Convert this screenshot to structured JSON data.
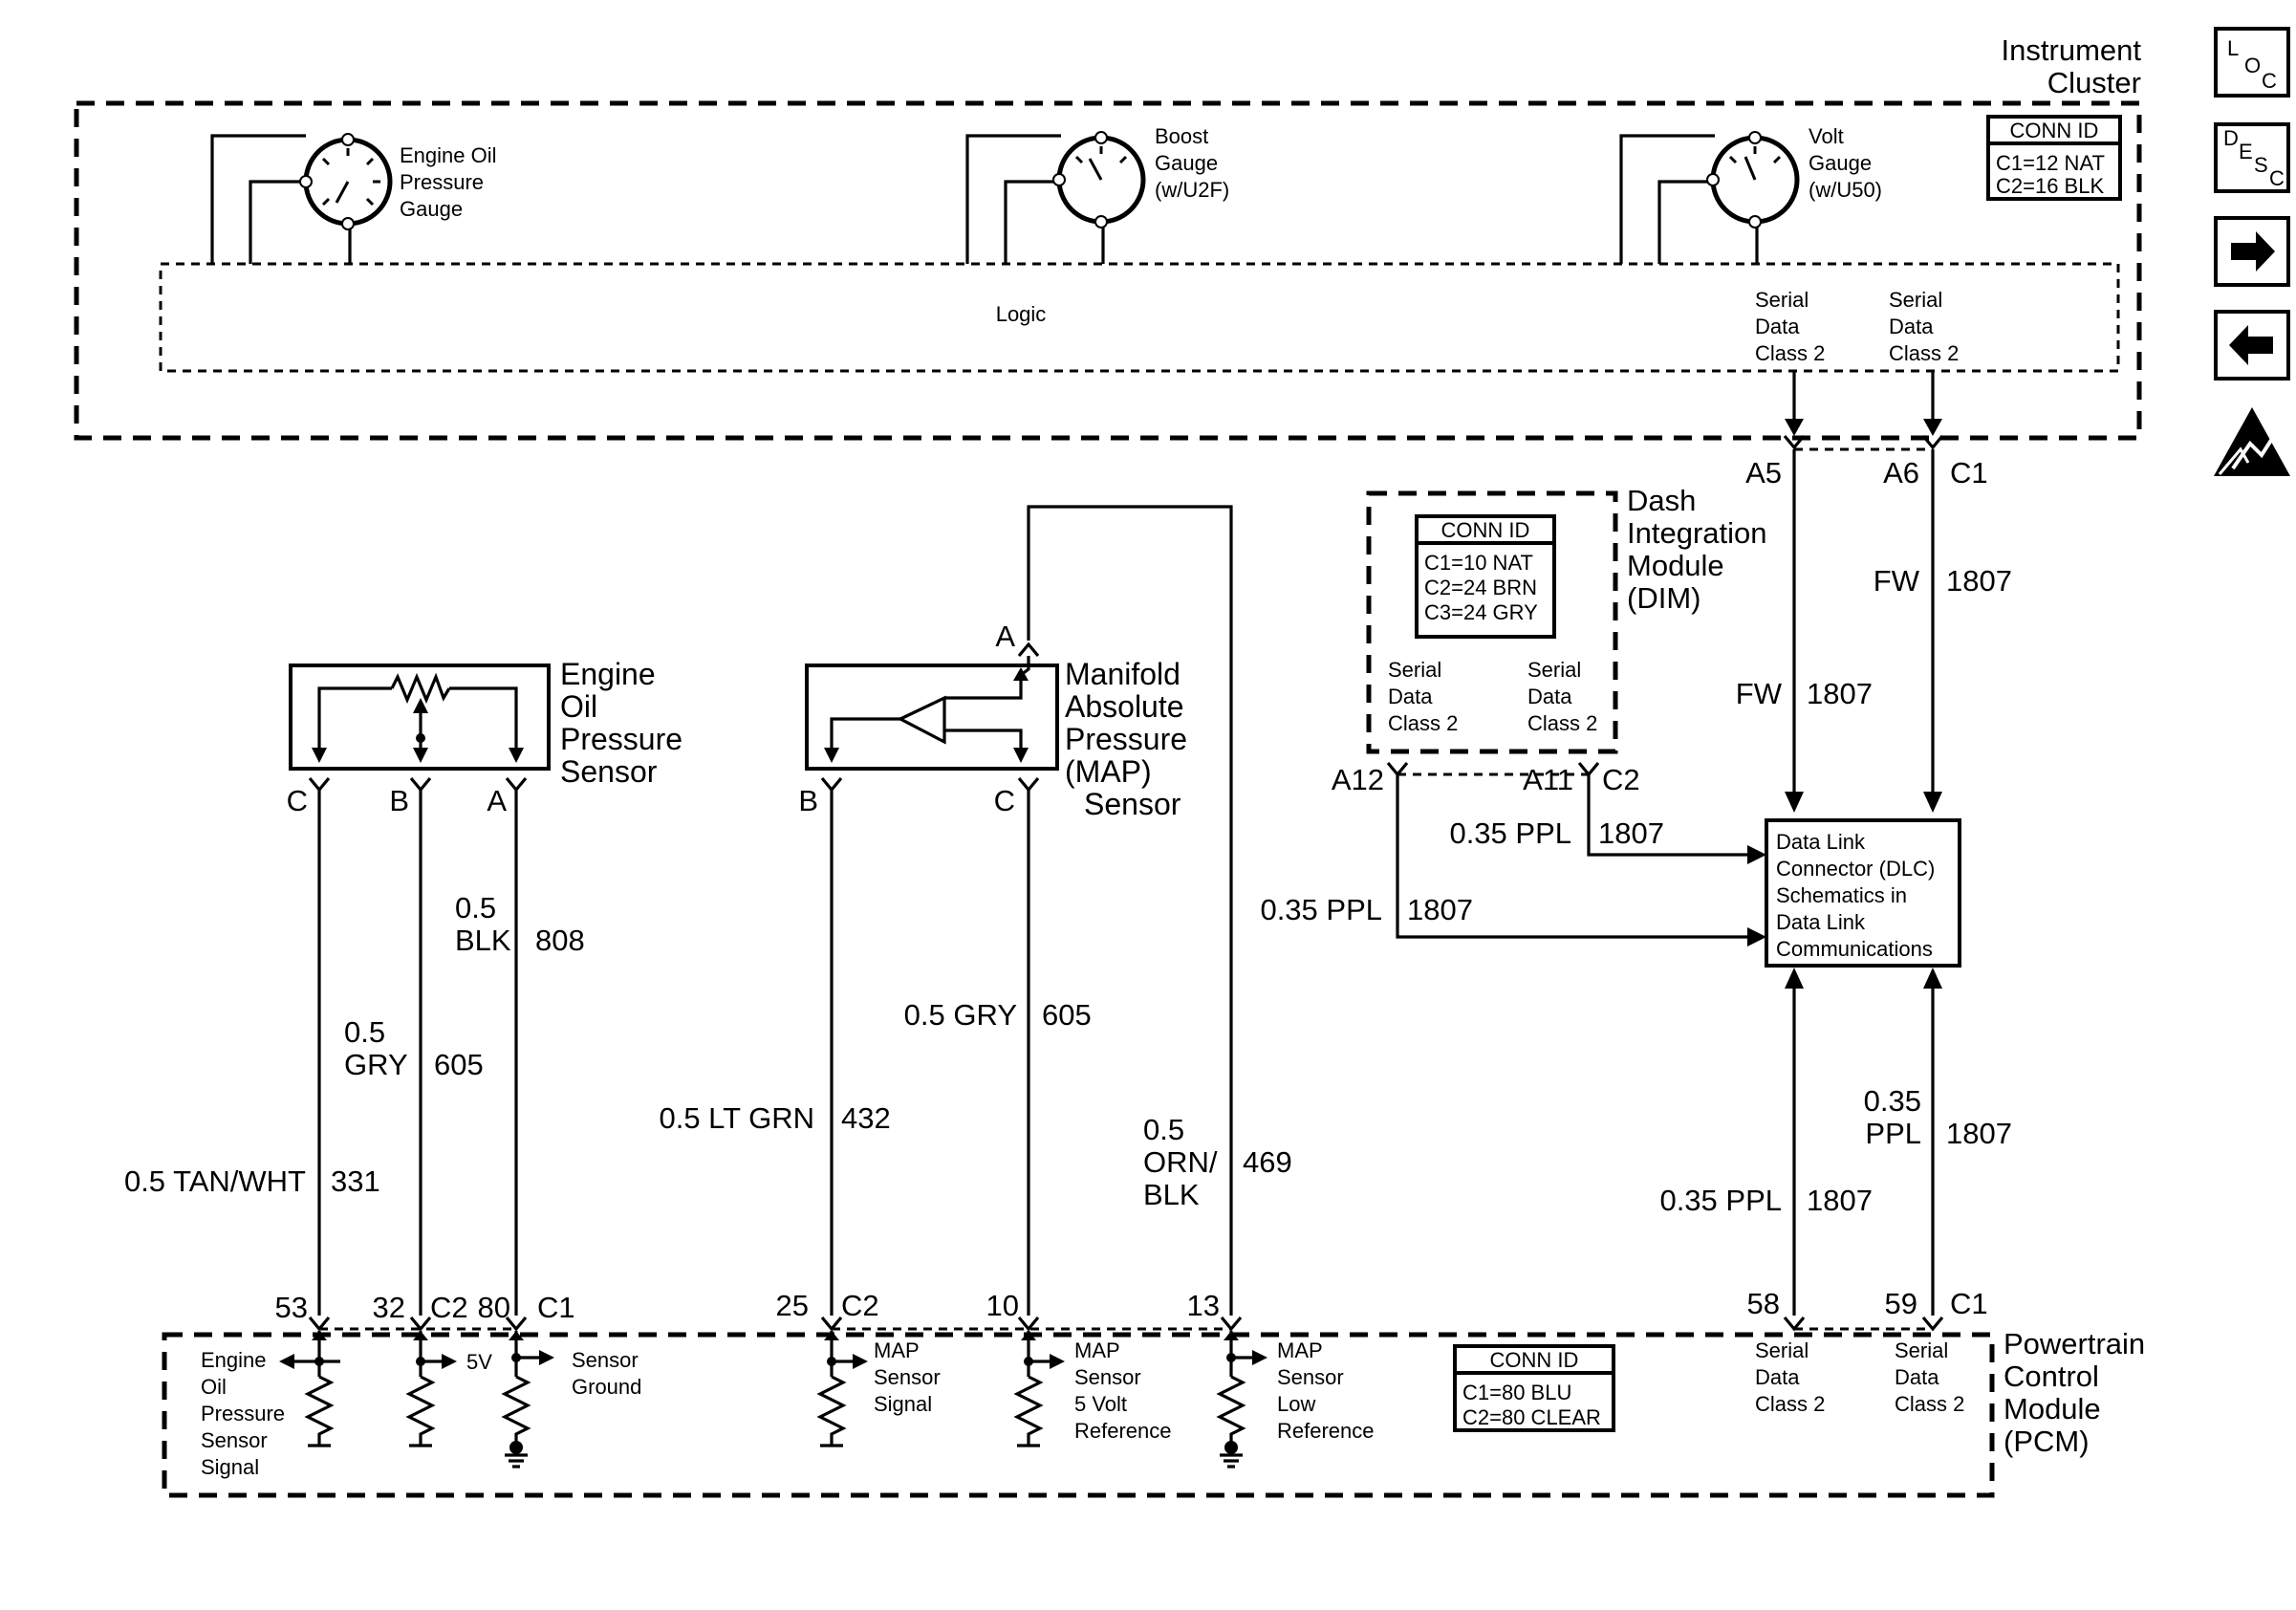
{
  "instrument_cluster": {
    "title_line1": "Instrument",
    "title_line2": "Cluster",
    "logic_label": "Logic",
    "gauges": [
      {
        "line1": "Engine Oil",
        "line2": "Pressure",
        "line3": "Gauge"
      },
      {
        "line1": "Boost",
        "line2": "Gauge",
        "line3": "(w/U2F)"
      },
      {
        "line1": "Volt",
        "line2": "Gauge",
        "line3": "(w/U50)"
      }
    ],
    "serial_data_left": {
      "line1": "Serial",
      "line2": "Data",
      "line3": "Class 2"
    },
    "serial_data_right": {
      "line1": "Serial",
      "line2": "Data",
      "line3": "Class 2"
    },
    "conn_id": {
      "header": "CONN ID",
      "c1": "C1=12 NAT",
      "c2": "C2=16 BLK"
    }
  },
  "side_icons": {
    "loc": {
      "l": "L",
      "o": "O",
      "c": "C"
    },
    "desc": {
      "d": "D",
      "e": "E",
      "s": "S",
      "c": "C"
    }
  },
  "dim": {
    "title_line1": "Dash",
    "title_line2": "Integration",
    "title_line3": "Module",
    "title_line4": "(DIM)",
    "conn_id": {
      "header": "CONN ID",
      "c1": "C1=10 NAT",
      "c2": "C2=24 BRN",
      "c3": "C3=24 GRY"
    },
    "serial_left": {
      "line1": "Serial",
      "line2": "Data",
      "line3": "Class 2"
    },
    "serial_right": {
      "line1": "Serial",
      "line2": "Data",
      "line3": "Class 2"
    },
    "pin_a12": "A12",
    "pin_a11": "A11",
    "conn_c2": "C2"
  },
  "ic_pins": {
    "a5": "A5",
    "a6": "A6",
    "c1": "C1"
  },
  "oil_sensor": {
    "title_line1": "Engine",
    "title_line2": "Oil",
    "title_line3": "Pressure",
    "title_line4": "Sensor",
    "pin_c": "C",
    "pin_b": "B",
    "pin_a": "A"
  },
  "map_sensor": {
    "title_line1": "Manifold",
    "title_line2": "Absolute",
    "title_line3": "Pressure",
    "title_line4": "(MAP)",
    "title_line5": "Sensor",
    "pin_a": "A",
    "pin_b": "B",
    "pin_c": "C"
  },
  "dlc": {
    "line1": "Data Link",
    "line2": "Connector (DLC)",
    "line3": "Schematics in",
    "line4": "Data Link",
    "line5": "Communications"
  },
  "wires": {
    "oil_c": {
      "size_color": "0.5 TAN/WHT",
      "circuit": "331"
    },
    "oil_b": {
      "size": "0.5",
      "color": "GRY",
      "circuit": "605"
    },
    "oil_a": {
      "size": "0.5",
      "color": "BLK",
      "circuit": "808"
    },
    "map_b": {
      "size_color": "0.5 LT GRN",
      "circuit": "432"
    },
    "map_c": {
      "size_color": "0.5 GRY",
      "circuit": "605"
    },
    "map_low": {
      "size": "0.5",
      "color1": "ORN/",
      "color2": "BLK",
      "circuit": "469"
    },
    "ic_a5": {
      "color": "FW",
      "circuit": "1807"
    },
    "ic_a6": {
      "color": "FW",
      "circuit": "1807"
    },
    "dim_a11": {
      "size_color": "0.35 PPL",
      "circuit": "1807"
    },
    "dim_a12": {
      "size_color": "0.35 PPL",
      "circuit": "1807"
    },
    "pcm_58": {
      "size_color": "0.35 PPL",
      "circuit": "1807"
    },
    "pcm_59": {
      "size": "0.35",
      "color": "PPL",
      "circuit": "1807"
    }
  },
  "pcm": {
    "title_line1": "Powertrain",
    "title_line2": "Control",
    "title_line3": "Module",
    "title_line4": "(PCM)",
    "pins": {
      "p53": "53",
      "p32": "32",
      "c2a": "C2",
      "p80": "80",
      "c1a": "C1",
      "p25": "25",
      "c2b": "C2",
      "p10": "10",
      "p13": "13",
      "p58": "58",
      "p59": "59",
      "c1b": "C1"
    },
    "internal": {
      "oil_signal": {
        "line1": "Engine",
        "line2": "Oil",
        "line3": "Pressure",
        "line4": "Sensor",
        "line5": "Signal"
      },
      "five_v": "5V",
      "sensor_ground": {
        "line1": "Sensor",
        "line2": "Ground"
      },
      "map_signal": {
        "line1": "MAP",
        "line2": "Sensor",
        "line3": "Signal"
      },
      "map_5v": {
        "line1": "MAP",
        "line2": "Sensor",
        "line3": "5 Volt",
        "line4": "Reference"
      },
      "map_low": {
        "line1": "MAP",
        "line2": "Sensor",
        "line3": "Low",
        "line4": "Reference"
      },
      "serial_left": {
        "line1": "Serial",
        "line2": "Data",
        "line3": "Class 2"
      },
      "serial_right": {
        "line1": "Serial",
        "line2": "Data",
        "line3": "Class 2"
      }
    },
    "conn_id": {
      "header": "CONN ID",
      "c1": "C1=80 BLU",
      "c2": "C2=80 CLEAR"
    }
  }
}
